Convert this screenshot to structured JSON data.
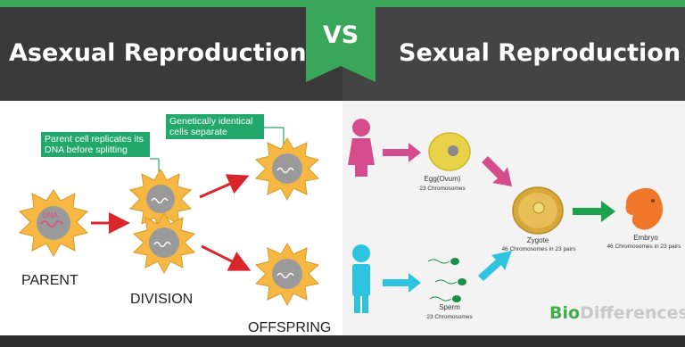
{
  "header": {
    "left_title": "Asexual Reproduction",
    "right_title": "Sexual Reproduction",
    "vs_label": "VS"
  },
  "asexual": {
    "callout_replicate": "Parent cell replicates its DNA before splitting",
    "callout_separate": "Genetically identical cells separate",
    "parent_dna": "DNA",
    "stage_parent": "PARENT",
    "stage_division": "DIVISION",
    "stage_offspring": "OFFSPRING"
  },
  "sexual": {
    "egg_label": "Egg(Ovum)",
    "egg_chromosomes": "23 Chromosomes",
    "sperm_label": "Sperm",
    "sperm_chromosomes": "23 Chromosomes",
    "zygote_label": "Zygote",
    "zygote_chromosomes": "46 Chromosomes in 23 pairs",
    "embryo_label": "Embryo",
    "embryo_chromosomes": "46 Chromosomes in 23 pairs"
  },
  "logo": {
    "part1": "Bio",
    "part2": "Differences"
  },
  "colors": {
    "accent_green": "#3aa65a",
    "cell_orange": "#f6b843",
    "arrow_red": "#d9262c",
    "female_pink": "#d54c8c",
    "male_cyan": "#2ec4e0",
    "zygote_green": "#1aa24d"
  }
}
